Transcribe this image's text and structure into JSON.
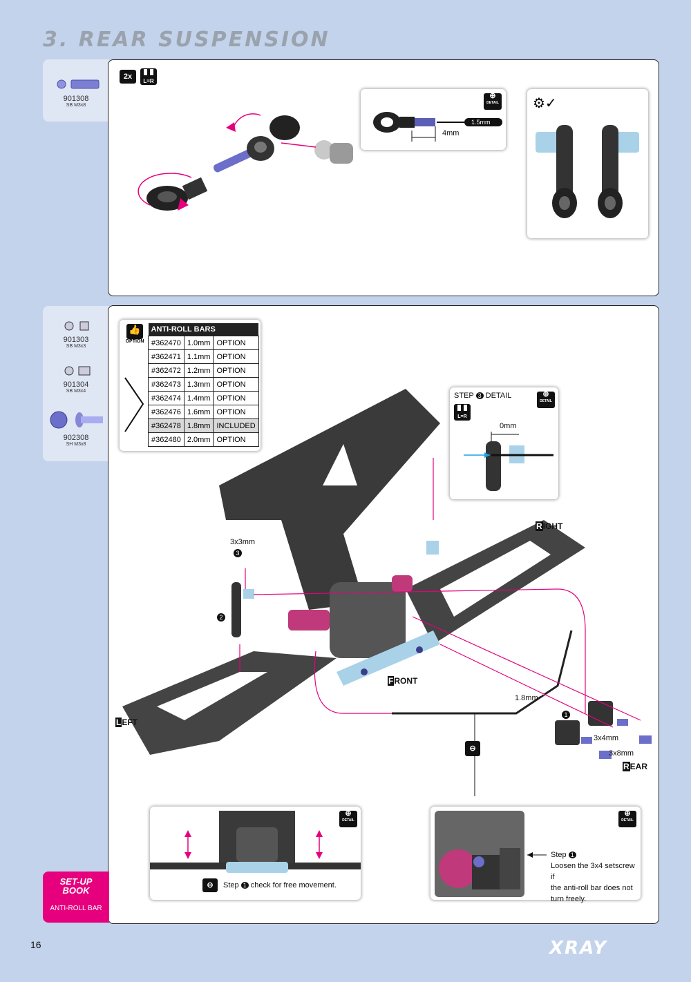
{
  "header": {
    "title": "3. REAR SUSPENSION"
  },
  "step1": {
    "parts": [
      {
        "code": "901308",
        "desc": "SB M3x8"
      }
    ],
    "qty_badge": "2x",
    "lr_badge": "L=R",
    "detail_inset": {
      "detail_label": "DETAIL",
      "tool_label": "1.5mm",
      "dimension": "4mm"
    }
  },
  "step2": {
    "parts": [
      {
        "code": "901303",
        "desc": "SB M3x3"
      },
      {
        "code": "901304",
        "desc": "SB M3x4"
      },
      {
        "code": "902308",
        "desc": "SH M3x8"
      }
    ],
    "option_label": "OPTION",
    "table": {
      "title": "ANTI-ROLL BARS",
      "rows": [
        [
          "#362470",
          "1.0mm",
          "OPTION"
        ],
        [
          "#362471",
          "1.1mm",
          "OPTION"
        ],
        [
          "#362472",
          "1.2mm",
          "OPTION"
        ],
        [
          "#362473",
          "1.3mm",
          "OPTION"
        ],
        [
          "#362474",
          "1.4mm",
          "OPTION"
        ],
        [
          "#362476",
          "1.6mm",
          "OPTION"
        ],
        [
          "#362478",
          "1.8mm",
          "INCLUDED"
        ],
        [
          "#362480",
          "2.0mm",
          "OPTION"
        ]
      ]
    },
    "step3_detail": {
      "title": "STEP",
      "num": "3",
      "title2": "DETAIL",
      "lr": "L=R",
      "dimension": "0mm",
      "detail_label": "DETAIL"
    },
    "labels": {
      "setscrew_3x3": "3x3mm",
      "step3_marker": "3",
      "step2_marker": "2",
      "step1_marker": "1",
      "bar_size": "1.8mm",
      "screw_3x4": "3x4mm",
      "screw_3x8": "3x8mm"
    },
    "directions": {
      "right_first": "R",
      "right_rest": "IGHT",
      "front_first": "F",
      "front_rest": "RONT",
      "left_first": "L",
      "left_rest": "EFT",
      "rear_first": "R",
      "rear_rest": "EAR"
    },
    "inset_left": {
      "detail_label": "DETAIL",
      "step_text": "Step",
      "step_num": "1",
      "instruction": "check for free movement."
    },
    "inset_right": {
      "detail_label": "DETAIL",
      "step_text": "Step",
      "step_num": "1",
      "line1": "Loosen the 3x4 setscrew if",
      "line2": "the anti-roll bar does not",
      "line3": "turn freely."
    }
  },
  "footer": {
    "setup_line1": "SET-UP",
    "setup_line2": "BOOK",
    "setup_topic": "ANTI-ROLL BAR",
    "page_number": "16",
    "logo": "XRAY"
  },
  "colors": {
    "accent_pink": "#e6007e",
    "background": "#c3d3ec",
    "part_blue": "#6b6fc9",
    "alu_light": "#a9d2e8"
  }
}
